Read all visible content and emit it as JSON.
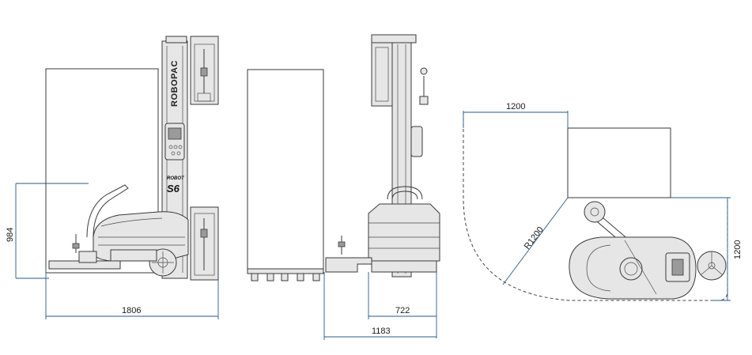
{
  "brand_text": "ROBOPAC",
  "model_prefix": "ROBOT",
  "model_name": "S6",
  "dimensions": {
    "side_height": "984",
    "side_length": "1806",
    "front_width": "722",
    "front_overall": "1183",
    "plan_top": "1200",
    "plan_radius": "R1200",
    "plan_side": "1200"
  }
}
